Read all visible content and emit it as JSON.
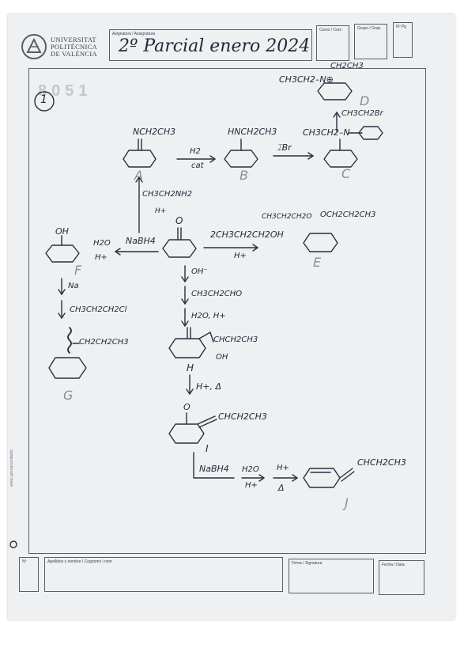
{
  "header": {
    "university": [
      "UNIVERSITAT",
      "POLITÈCNICA",
      "DE VALÈNCIA"
    ],
    "subject_label": "Asignatura / Assignatura",
    "title": "2º Parcial enero 2024",
    "course_label": "Curso / Curs",
    "group_label": "Grupo / Grup",
    "page_label": "Nº Pg"
  },
  "faint_number": "8051",
  "problem_number": "1",
  "side_note": "www.upv.es/contacto",
  "compounds": {
    "A": {
      "label": "A",
      "substituent": "NCH2CH3"
    },
    "B": {
      "label": "B",
      "substituent": "HNCH2CH3"
    },
    "C": {
      "label": "C",
      "substituent": "CH3CH2–N"
    },
    "D": {
      "label": "D",
      "top": "CH2CH3",
      "left": "CH3CH2–N⊕"
    },
    "E": {
      "label": "E",
      "left": "CH3CH2CH2O",
      "right": "OCH2CH2CH3"
    },
    "F": {
      "label": "F",
      "substituent": "OH"
    },
    "G": {
      "label": "G",
      "substituent": "CH2CH2CH3"
    },
    "H": {
      "label": "H",
      "substituent": "CHCH2CH3",
      "oh": "OH"
    },
    "I": {
      "label": "I",
      "substituent": "CHCH2CH3"
    },
    "J": {
      "label": "J",
      "substituent": "CHCH2CH3"
    }
  },
  "reagents": {
    "a_to_b_top": "H2",
    "a_to_b_bottom": "cat",
    "b_to_c": "⌶Br",
    "c_to_d": "CH3CH2Br",
    "ketone_o": "O",
    "ketone_to_a_1": "CH3CH2NH2",
    "ketone_to_a_2": "H+",
    "ketone_to_f": "NaBH4",
    "f_water": "H2O",
    "f_acid": "H+",
    "ketone_to_e_1": "2CH3CH2CH2OH",
    "ketone_to_e_2": "H+",
    "f_step1": "Na",
    "f_step2": "CH3CH2CH2Cl",
    "aldol_1": "OH⁻",
    "aldol_2": "CH3CH2CHO",
    "aldol_3": "H2O, H+",
    "h_to_i": "H+, Δ",
    "i_step1": "NaBH4",
    "i_step2": "H2O",
    "i_step3": "H+",
    "i_step4": "H+",
    "i_step5": "Δ"
  },
  "footer": {
    "num_label": "Nº",
    "name_label": "Apellidos y nombre / Cognoms i nom",
    "signature_label": "Firma / Signatura",
    "date_label": "Fecha / Data"
  }
}
